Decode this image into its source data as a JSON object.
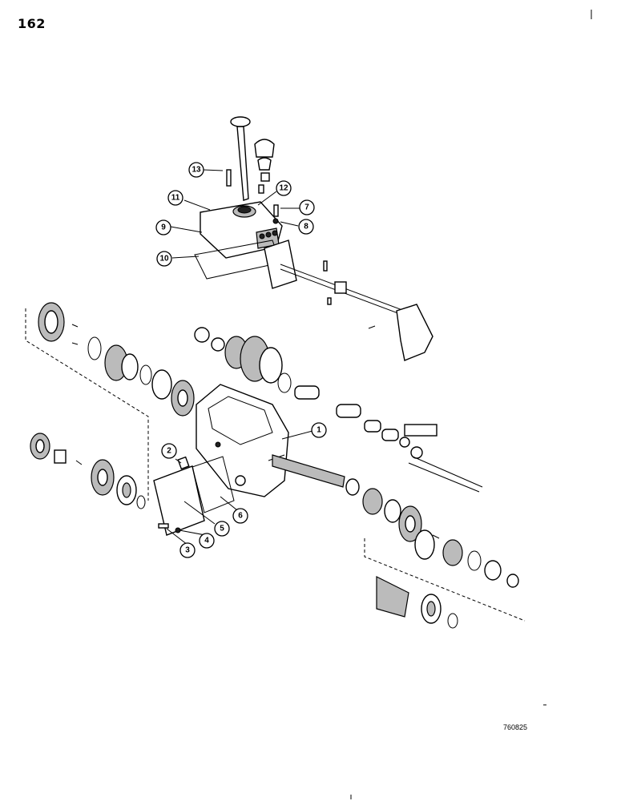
{
  "page": {
    "number": "162",
    "drawing_number": "760825"
  },
  "callouts": [
    {
      "id": "c1",
      "label": "1"
    },
    {
      "id": "c2",
      "label": "2"
    },
    {
      "id": "c3",
      "label": "3"
    },
    {
      "id": "c4",
      "label": "4"
    },
    {
      "id": "c5",
      "label": "5"
    },
    {
      "id": "c6",
      "label": "6"
    },
    {
      "id": "c7",
      "label": "7"
    },
    {
      "id": "c8",
      "label": "8"
    },
    {
      "id": "c9",
      "label": "9"
    },
    {
      "id": "c10",
      "label": "10"
    },
    {
      "id": "c11",
      "label": "11"
    },
    {
      "id": "c12",
      "label": "12"
    },
    {
      "id": "c13",
      "label": "13"
    }
  ]
}
